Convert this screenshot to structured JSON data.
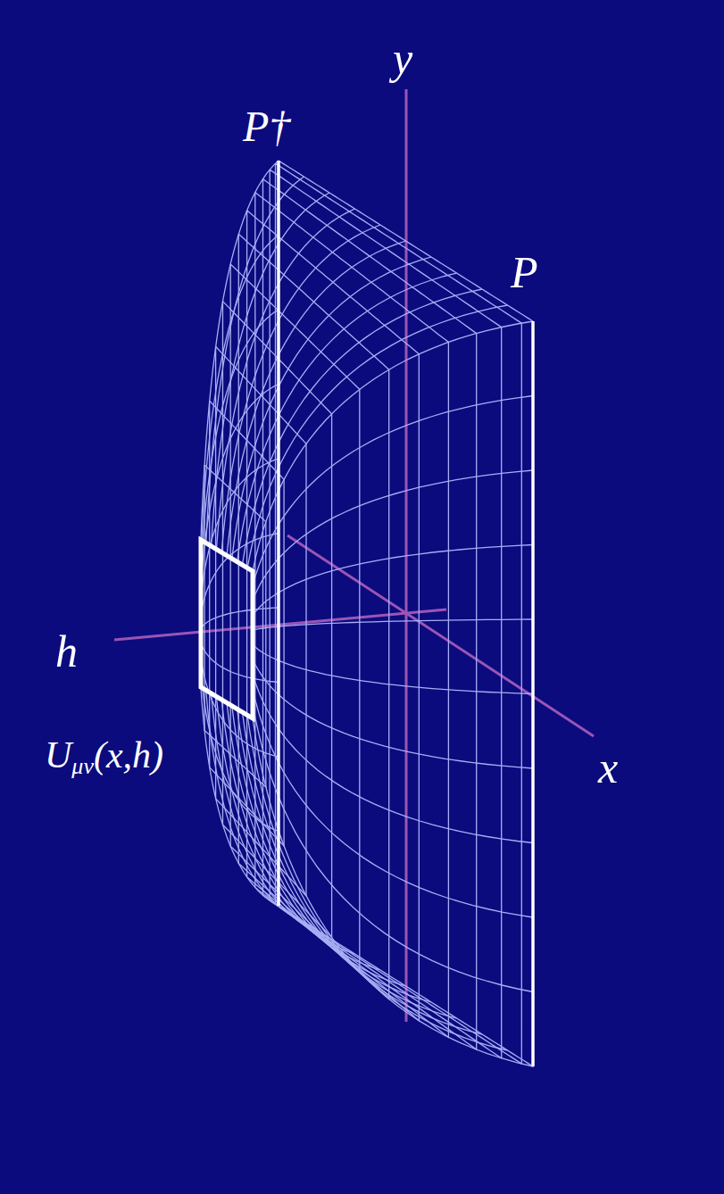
{
  "diagram": {
    "labels": [
      "y",
      "P†",
      "P",
      "h",
      "Uμν(x,h)",
      "x"
    ]
  }
}
